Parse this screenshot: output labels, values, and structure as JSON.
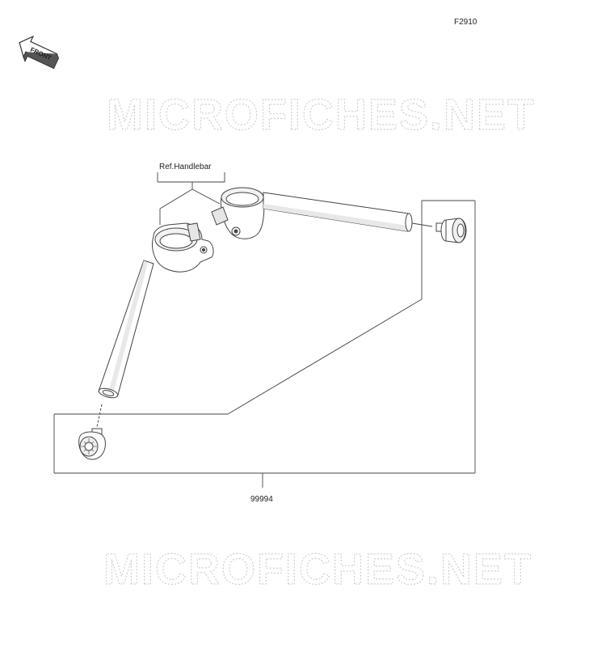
{
  "figure_code": "F2910",
  "direction_badge": "FRONT",
  "reference_label": "Ref.Handlebar",
  "part_number": "99994",
  "watermarks": [
    "MICROFICHES.NET",
    "MICROFICHES.NET"
  ],
  "colors": {
    "line": "#444444",
    "part_fill": "#ffffff",
    "part_shade": "#e6e6e6",
    "watermark": "#d0d0d0"
  }
}
